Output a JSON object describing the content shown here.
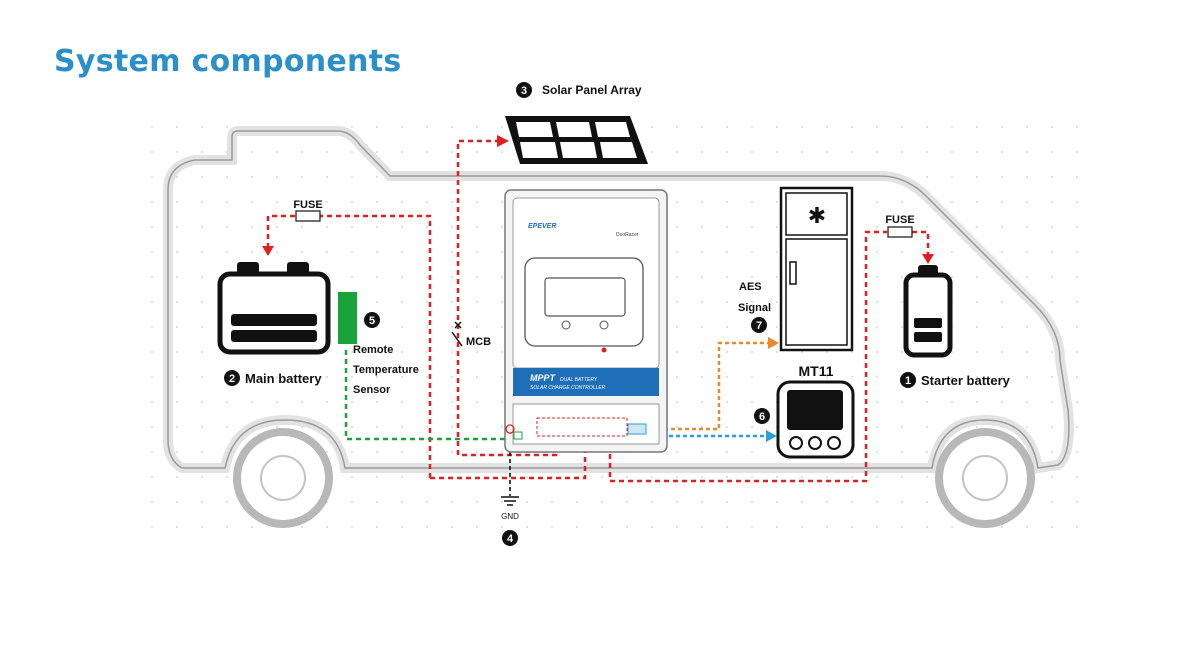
{
  "title": "System components",
  "components": {
    "solar": {
      "number": "3",
      "label": "Solar Panel Array"
    },
    "main_battery": {
      "number": "2",
      "label": "Main battery"
    },
    "sensor": {
      "number": "5",
      "label_lines": [
        "Remote",
        "Temperature",
        "Sensor"
      ]
    },
    "mcb": {
      "label": "MCB"
    },
    "gnd": {
      "number": "4",
      "label": "GND"
    },
    "fridge": {
      "star": "✱"
    },
    "aes": {
      "number": "7",
      "label_lines": [
        "AES",
        "Signal"
      ]
    },
    "mt11": {
      "number": "6",
      "label": "MT11"
    },
    "starter_battery": {
      "number": "1",
      "label": "Starter battery"
    },
    "fuse_left": {
      "label": "FUSE"
    },
    "fuse_right": {
      "label": "FUSE"
    },
    "controller": {
      "brand": "EPEVER",
      "model": "DuoRacer",
      "badge_title": "MPPT",
      "badge_sub1": "DUAL BATTERY",
      "badge_sub2": "SOLAR CHARGE CONTROLLER"
    }
  },
  "colors": {
    "title": "#2b8fca",
    "red_wire": "#e02020",
    "green_wire": "#1aa33a",
    "orange_wire": "#e8892a",
    "blue_wire": "#2aa0d8",
    "controller_badge": "#1f6fb8"
  }
}
